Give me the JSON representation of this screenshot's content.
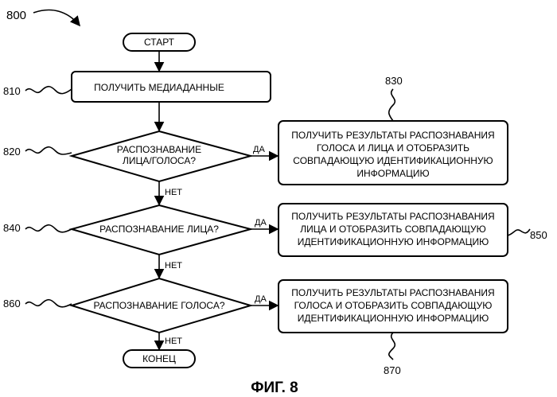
{
  "figure_number": "800",
  "caption": "ФИГ. 8",
  "start": "СТАРТ",
  "end": "КОНЕЦ",
  "steps": {
    "s810": {
      "ref": "810",
      "lines": [
        "ПОЛУЧИТЬ МЕДИАДАННЫЕ"
      ]
    },
    "s820": {
      "ref": "820",
      "lines": [
        "РАСПОЗНАВАНИЕ",
        "ЛИЦА/ГОЛОСА?"
      ]
    },
    "s830": {
      "ref": "830",
      "lines": [
        "ПОЛУЧИТЬ РЕЗУЛЬТАТЫ РАСПОЗНАВАНИЯ",
        "ГОЛОСА И ЛИЦА И ОТОБРАЗИТЬ",
        "СОВПАДАЮЩУЮ ИДЕНТИФИКАЦИОННУЮ",
        "ИНФОРМАЦИЮ"
      ]
    },
    "s840": {
      "ref": "840",
      "lines": [
        "РАСПОЗНАВАНИЕ ЛИЦА?"
      ]
    },
    "s850": {
      "ref": "850",
      "lines": [
        "ПОЛУЧИТЬ РЕЗУЛЬТАТЫ РАСПОЗНАВАНИЯ",
        "ЛИЦА И ОТОБРАЗИТЬ СОВПАДАЮЩУЮ",
        "ИДЕНТИФИКАЦИОННУЮ ИНФОРМАЦИЮ"
      ]
    },
    "s860": {
      "ref": "860",
      "lines": [
        "РАСПОЗНАВАНИЕ ГОЛОСА?"
      ]
    },
    "s870": {
      "ref": "870",
      "lines": [
        "ПОЛУЧИТЬ РЕЗУЛЬТАТЫ РАСПОЗНАВАНИЯ",
        "ГОЛОСА И ОТОБРАЗИТЬ СОВПАДАЮЩУЮ",
        "ИДЕНТИФИКАЦИОННУЮ ИНФОРМАЦИЮ"
      ]
    }
  },
  "yes": "ДА",
  "no": "НЕТ"
}
